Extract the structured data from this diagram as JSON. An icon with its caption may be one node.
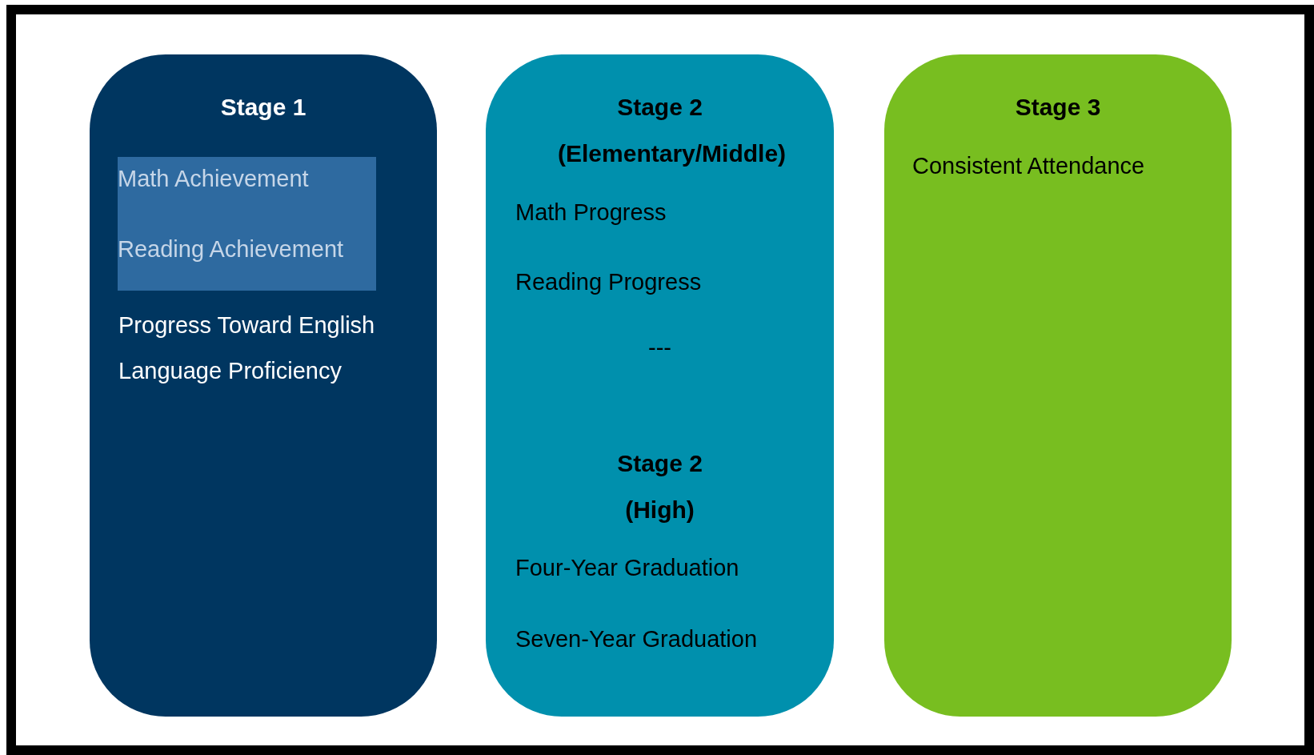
{
  "diagram": {
    "nodes": [
      {
        "text": [
          "Stage 1",
          "Progress Toward English Language Proficiency"
        ]
      },
      {
        "text": [
          "Math Achievement",
          "Reading Achievement"
        ],
        "in": 0
      },
      {
        "text": [
          "Stage 2 (Elementary/Middle)",
          "Math Progress",
          "Reading Progress",
          "---",
          "Stage 2 (High)",
          "Four-Year Graduation",
          "Seven-Year Graduation"
        ]
      },
      {
        "text": [
          "Stage 3",
          "Consistent Attendance"
        ]
      }
    ]
  }
}
